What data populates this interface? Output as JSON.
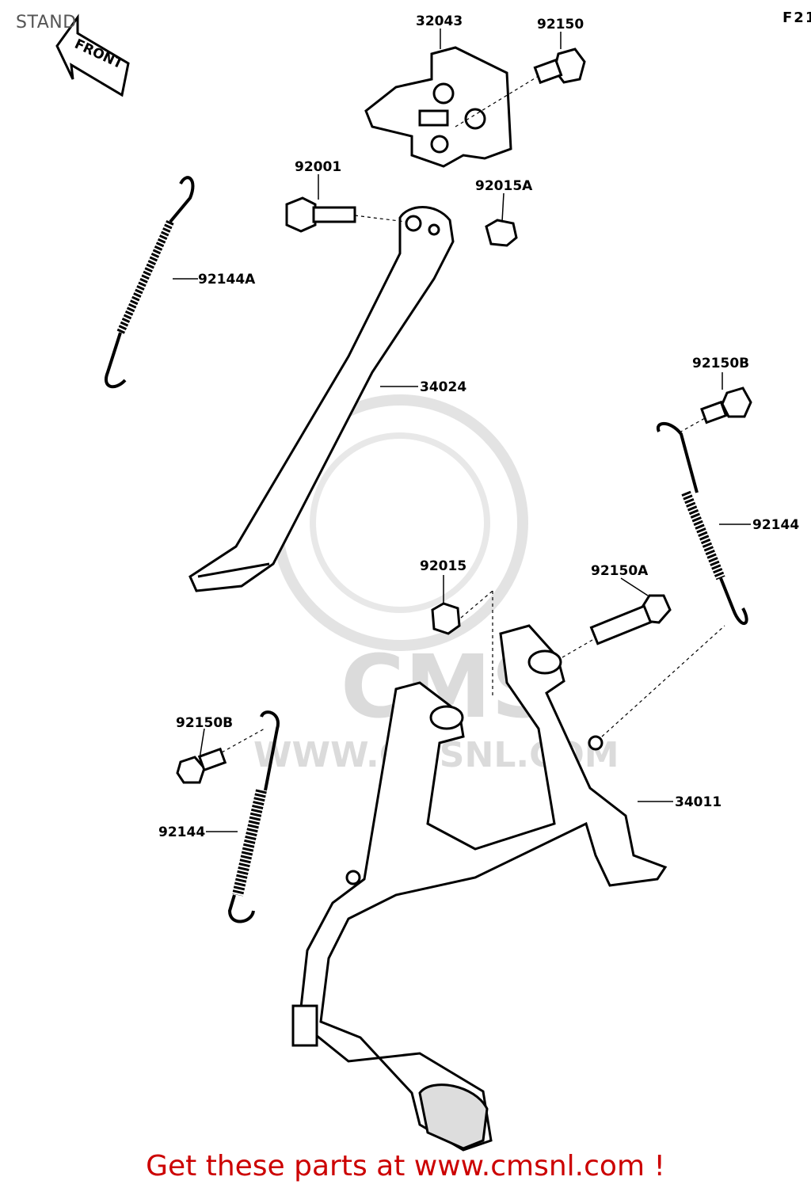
{
  "header": {
    "title": "STAND",
    "figure_ref": "F21"
  },
  "front_arrow": {
    "label": "FRONT"
  },
  "watermark": {
    "brand": "CMS",
    "url": "WWW.CMSNL.COM"
  },
  "footer": {
    "text": "Get these parts at www.cmsnl.com !"
  },
  "parts": {
    "p32043": "32043",
    "p92150": "92150",
    "p92001": "92001",
    "p92015A": "92015A",
    "p92144A": "92144A",
    "p34024": "34024",
    "p92150B_right": "92150B",
    "p92144_right": "92144",
    "p92015": "92015",
    "p92150A": "92150A",
    "p92150B_left": "92150B",
    "p34011": "34011",
    "p92144_left": "92144"
  }
}
